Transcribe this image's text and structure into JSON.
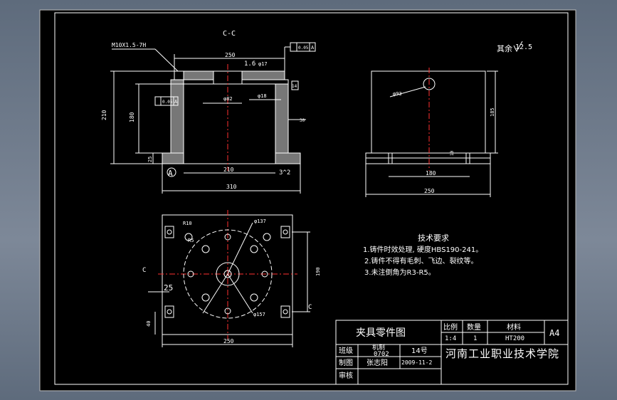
{
  "colors": {
    "background": "#6e7a8a",
    "sheet": "#000000",
    "line": "#ffffff",
    "section_fill": "#8a8a8a",
    "center_line": "#ff3030"
  },
  "views": {
    "section_title": "C-C",
    "thread_note": "M10X1.5-7H",
    "roughness_note": "其余",
    "roughness_value": "12.5",
    "roughness_inner": "1.6",
    "dims": {
      "top_width": "250",
      "flatness_tol": "0.05",
      "flatness_ref": "A",
      "perp_tol": "0.05",
      "perp_ref": "A",
      "phi17": "φ17",
      "phi82": "φ82",
      "phi18": "φ18",
      "height_210": "210",
      "height_180": "180",
      "base_25": "25",
      "bottom_inner_210": "210",
      "bottom_310": "310",
      "dim_14": "14",
      "dim_30": "30",
      "datum_a": "A",
      "side_phi93": "φ93",
      "side_185": "185",
      "side_10": "10",
      "side_180": "180",
      "side_250": "250",
      "plan_r10": "R10",
      "plan_r5": "R5",
      "plan_phi137": "φ137",
      "plan_phi157": "φ157",
      "plan_190": "190",
      "plan_25": "25",
      "plan_40": "40",
      "plan_250": "250",
      "section_mark": "C"
    }
  },
  "tech_requirements": {
    "title": "技术要求",
    "items": [
      "1.铸件时效处理, 硬度HBS190-241。",
      "2.铸件不得有毛刺、飞边、裂纹等。",
      "3.未注倒角为R3-R5。"
    ]
  },
  "title_block": {
    "drawing_title": "夹具零件图",
    "scale_label": "比例",
    "scale_value": "1:4",
    "qty_label": "数量",
    "qty_value": "1",
    "material_label": "材料",
    "material_value": "HT200",
    "paper_size": "A4",
    "class_label": "班级",
    "class_value_line1": "机制",
    "class_value_line2": "0702",
    "number_value": "14号",
    "drawn_label": "制图",
    "drawn_name": "张志阳",
    "drawn_date": "2009-11-2",
    "check_label": "审核",
    "school": "河南工业职业技术学院"
  }
}
